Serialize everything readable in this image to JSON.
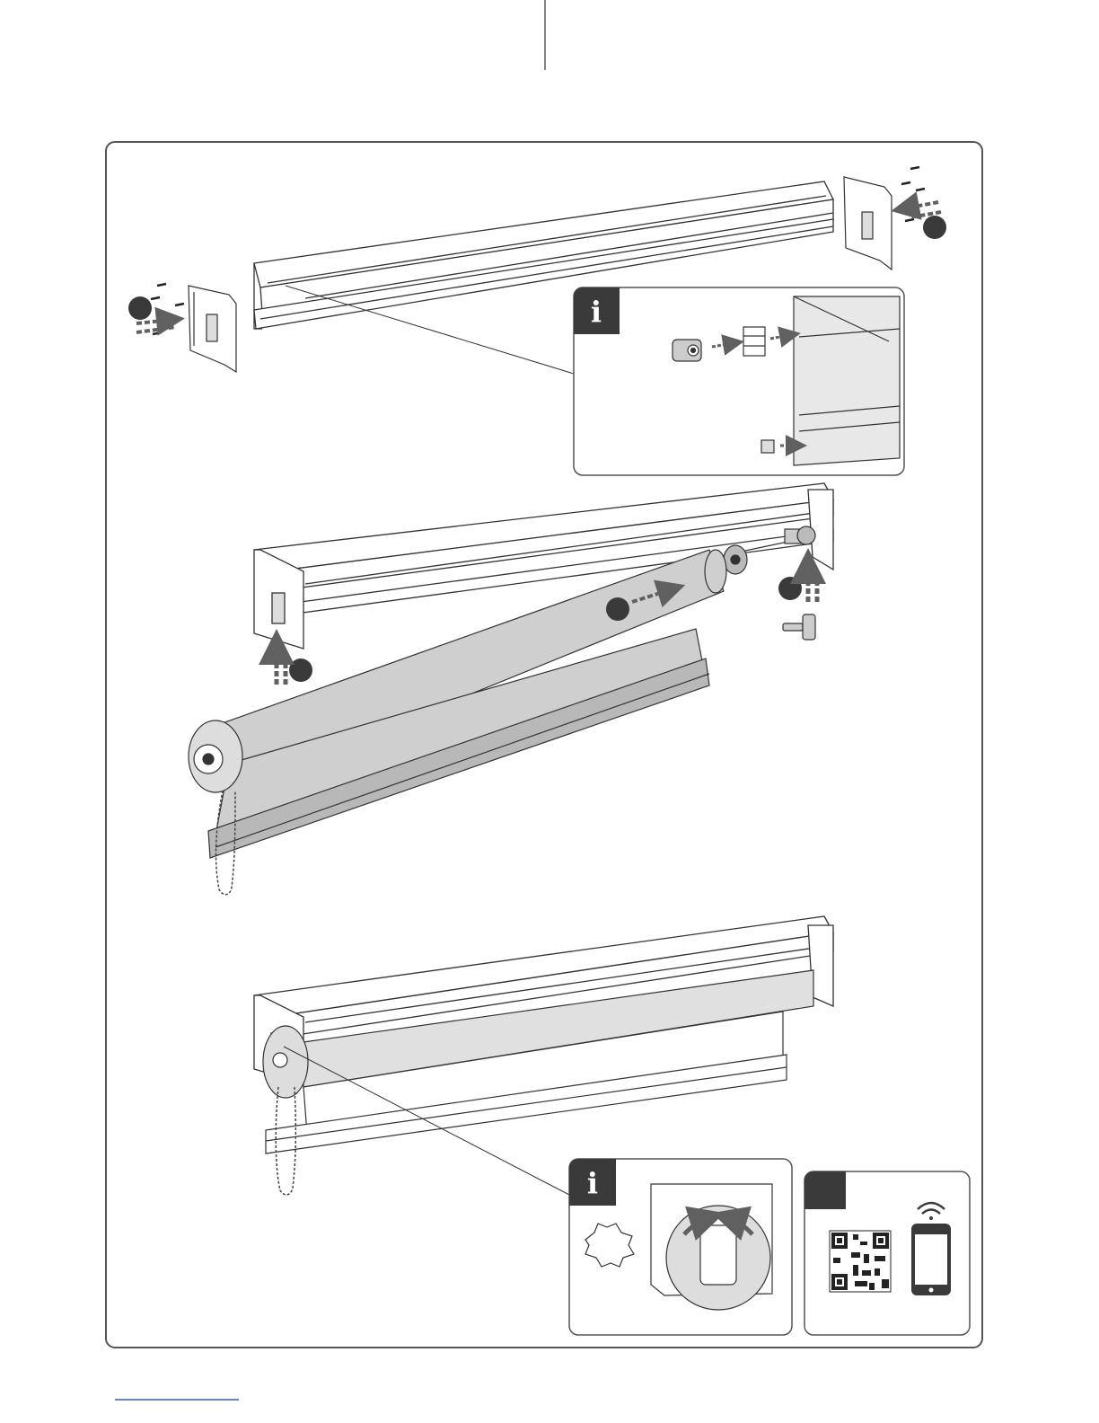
{
  "info_badge_1": {
    "glyph": "i",
    "icon": "info-icon"
  },
  "info_badge_2": {
    "glyph": "i",
    "icon": "info-icon"
  },
  "app_badge": {
    "glyph": "",
    "icon": "app-icon"
  },
  "step_markers": [
    {
      "id": "bracket-left-step",
      "label": ""
    },
    {
      "id": "bracket-right-step",
      "label": ""
    },
    {
      "id": "roller-slide-step",
      "label": ""
    },
    {
      "id": "bracket-lift-left-step",
      "label": ""
    },
    {
      "id": "bracket-lift-right-step",
      "label": ""
    }
  ],
  "colors": {
    "stroke": "#333333",
    "marker": "#3a3a3a",
    "fabric": "#cfcfcf",
    "fabric_dark": "#b8b8b8",
    "panel_border": "#555555",
    "arrow": "#606060"
  },
  "icons": [
    "screw-icon",
    "mounting-bracket-icon",
    "end-cap-icon",
    "qr-code-icon",
    "smartphone-icon",
    "wifi-icon",
    "click-burst-icon"
  ]
}
